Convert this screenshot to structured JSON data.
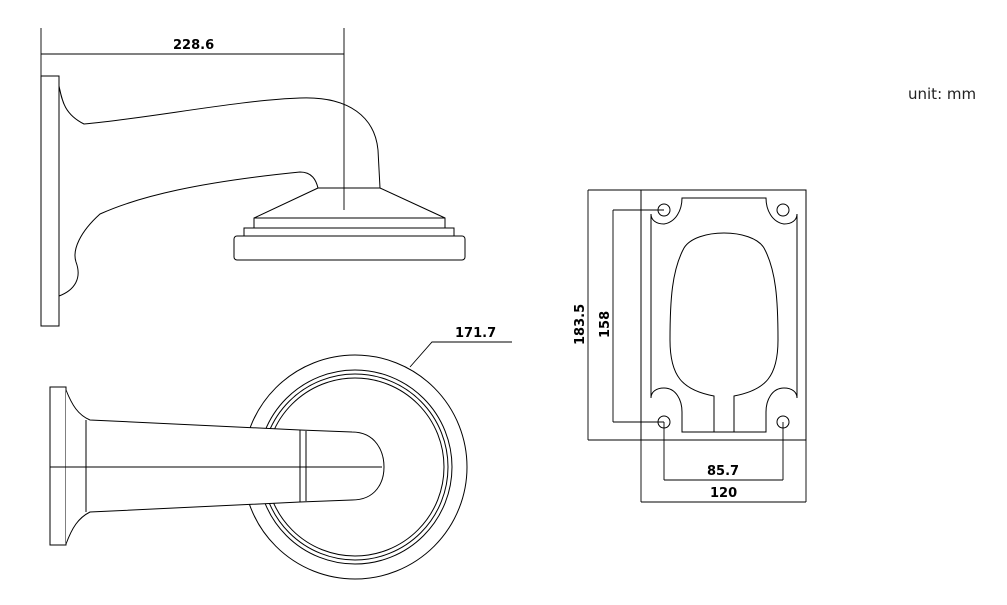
{
  "unit_label": "unit: mm",
  "dimensions": {
    "arm_length": "228.6",
    "dome_diameter": "171.7",
    "plate_height": "183.5",
    "hole_vertical_spacing": "158",
    "hole_horizontal_spacing": "85.7",
    "plate_width": "120"
  }
}
